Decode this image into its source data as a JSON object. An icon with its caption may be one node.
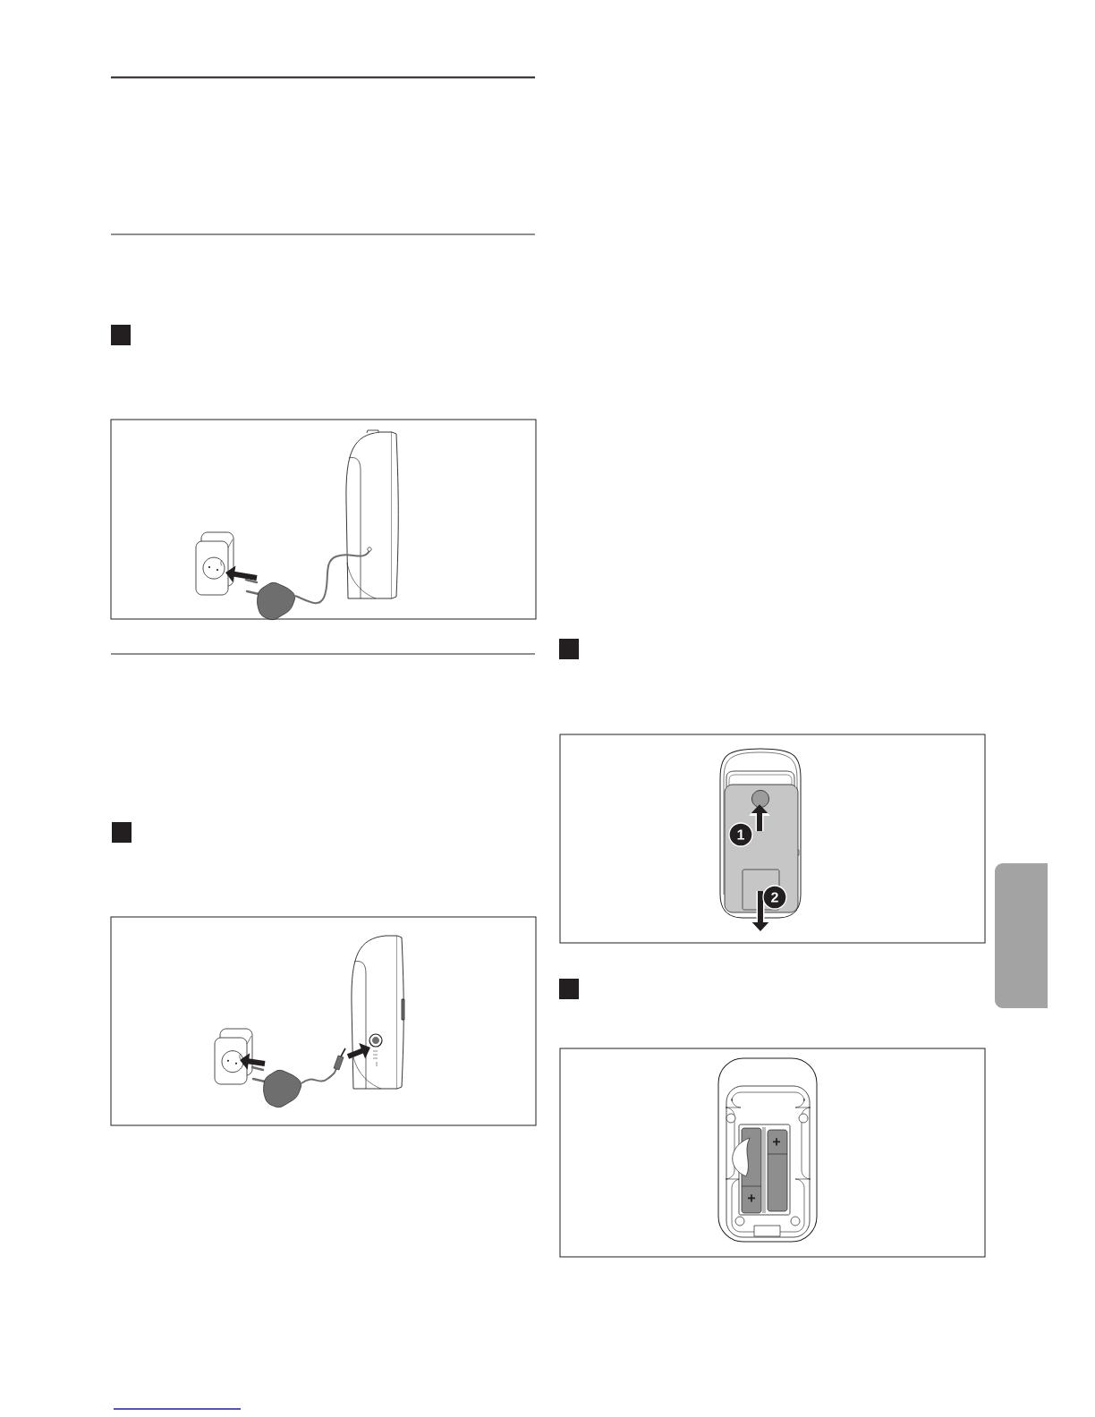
{
  "diagram": {
    "nodes": [
      {
        "text": [],
        "shape": "box"
      }
    ],
    "labels": [
      "1",
      "2",
      "+",
      "+"
    ]
  }
}
